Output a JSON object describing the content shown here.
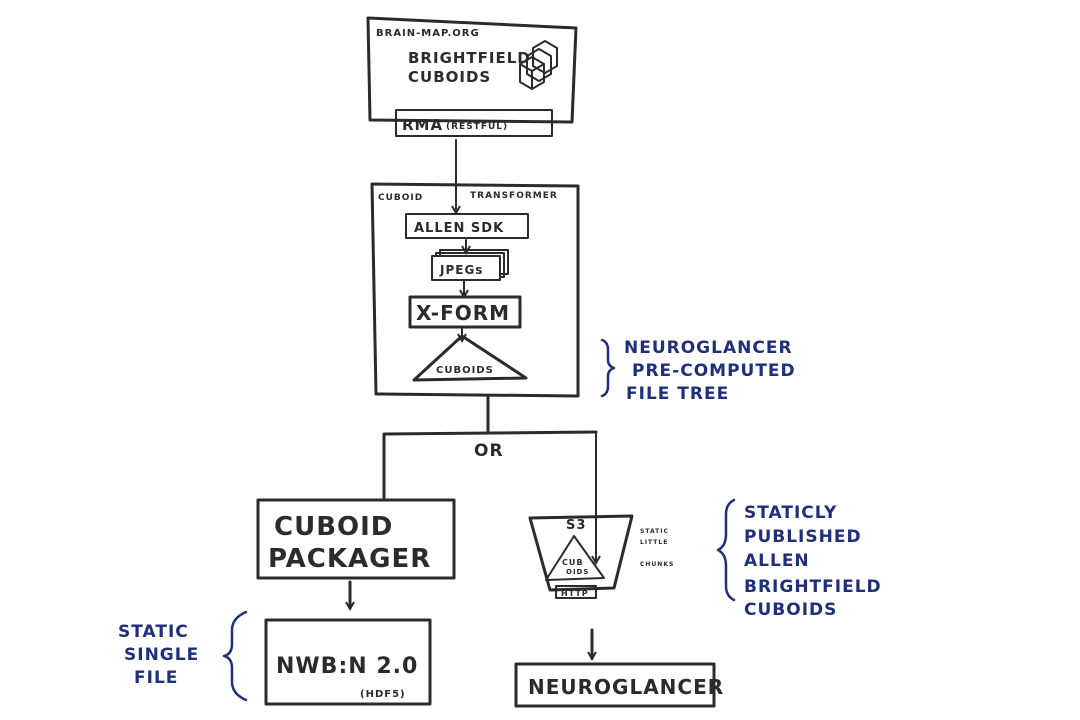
{
  "brain_map": {
    "title": "BRAIN-MAP.ORG",
    "cuboids_line1": "BRIGHTFIELD",
    "cuboids_line2": "CUBOIDS",
    "rma": "RMA",
    "rma_note": "(RESTFUL)"
  },
  "transformer": {
    "title_left": "CUBOID",
    "title_right": "TRANSFORMER",
    "allen_sdk": "ALLEN SDK",
    "jpegs": "JPEGs",
    "xform": "X-FORM",
    "cuboids": "CUBOIDS"
  },
  "notes": {
    "neuroglancer_line1": "NEUROGLANCER",
    "neuroglancer_line2": "PRE-COMPUTED",
    "neuroglancer_line3": "FILE TREE",
    "or": "OR",
    "static_single_line1": "STATIC",
    "static_single_line2": "SINGLE",
    "static_single_line3": "FILE",
    "statically_line1": "STATICLY",
    "statically_line2": "PUBLISHED",
    "statically_line3": "ALLEN",
    "statically_line4": "BRIGHTFIELD",
    "statically_line5": "CUBOIDS"
  },
  "packager": {
    "line1": "CUBOID",
    "line2": "PACKAGER"
  },
  "nwb": {
    "label": "NWB:N 2.0",
    "note": "(HDF5)"
  },
  "s3": {
    "label": "S3",
    "cuboids_line1": "CUB",
    "cuboids_line2": "OIDS",
    "http": "HTTP",
    "side_line1": "STATIC",
    "side_line2": "LITTLE",
    "side_line3": "CHUNKS"
  },
  "viewer": {
    "label": "NEUROGLANCER"
  }
}
